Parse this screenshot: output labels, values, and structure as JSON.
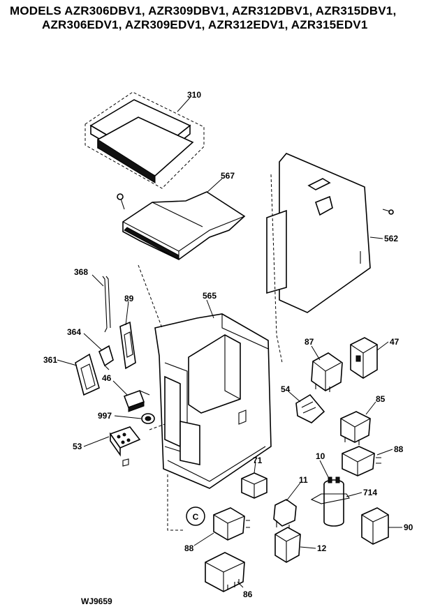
{
  "header": {
    "line1": "MODELS AZR306DBV1, AZR309DBV1, AZR312DBV1, AZR315DBV1,",
    "line2": "AZR306EDV1, AZR309EDV1, AZR312EDV1, AZR315EDV1"
  },
  "callouts": {
    "p310": "310",
    "p567": "567",
    "p562": "562",
    "p368": "368",
    "p89": "89",
    "p565": "565",
    "p364": "364",
    "p361": "361",
    "p46": "46",
    "p87": "87",
    "p47": "47",
    "p54": "54",
    "p85": "85",
    "p997": "997",
    "p53": "53",
    "p88a": "88",
    "p71": "71",
    "p10": "10",
    "p11": "11",
    "p714": "714",
    "p90": "90",
    "p88b": "88",
    "p12": "12",
    "p86": "86"
  },
  "section_marker": "C",
  "drawing_number": "WJ9659",
  "colors": {
    "ink": "#000000",
    "paper": "#ffffff"
  }
}
